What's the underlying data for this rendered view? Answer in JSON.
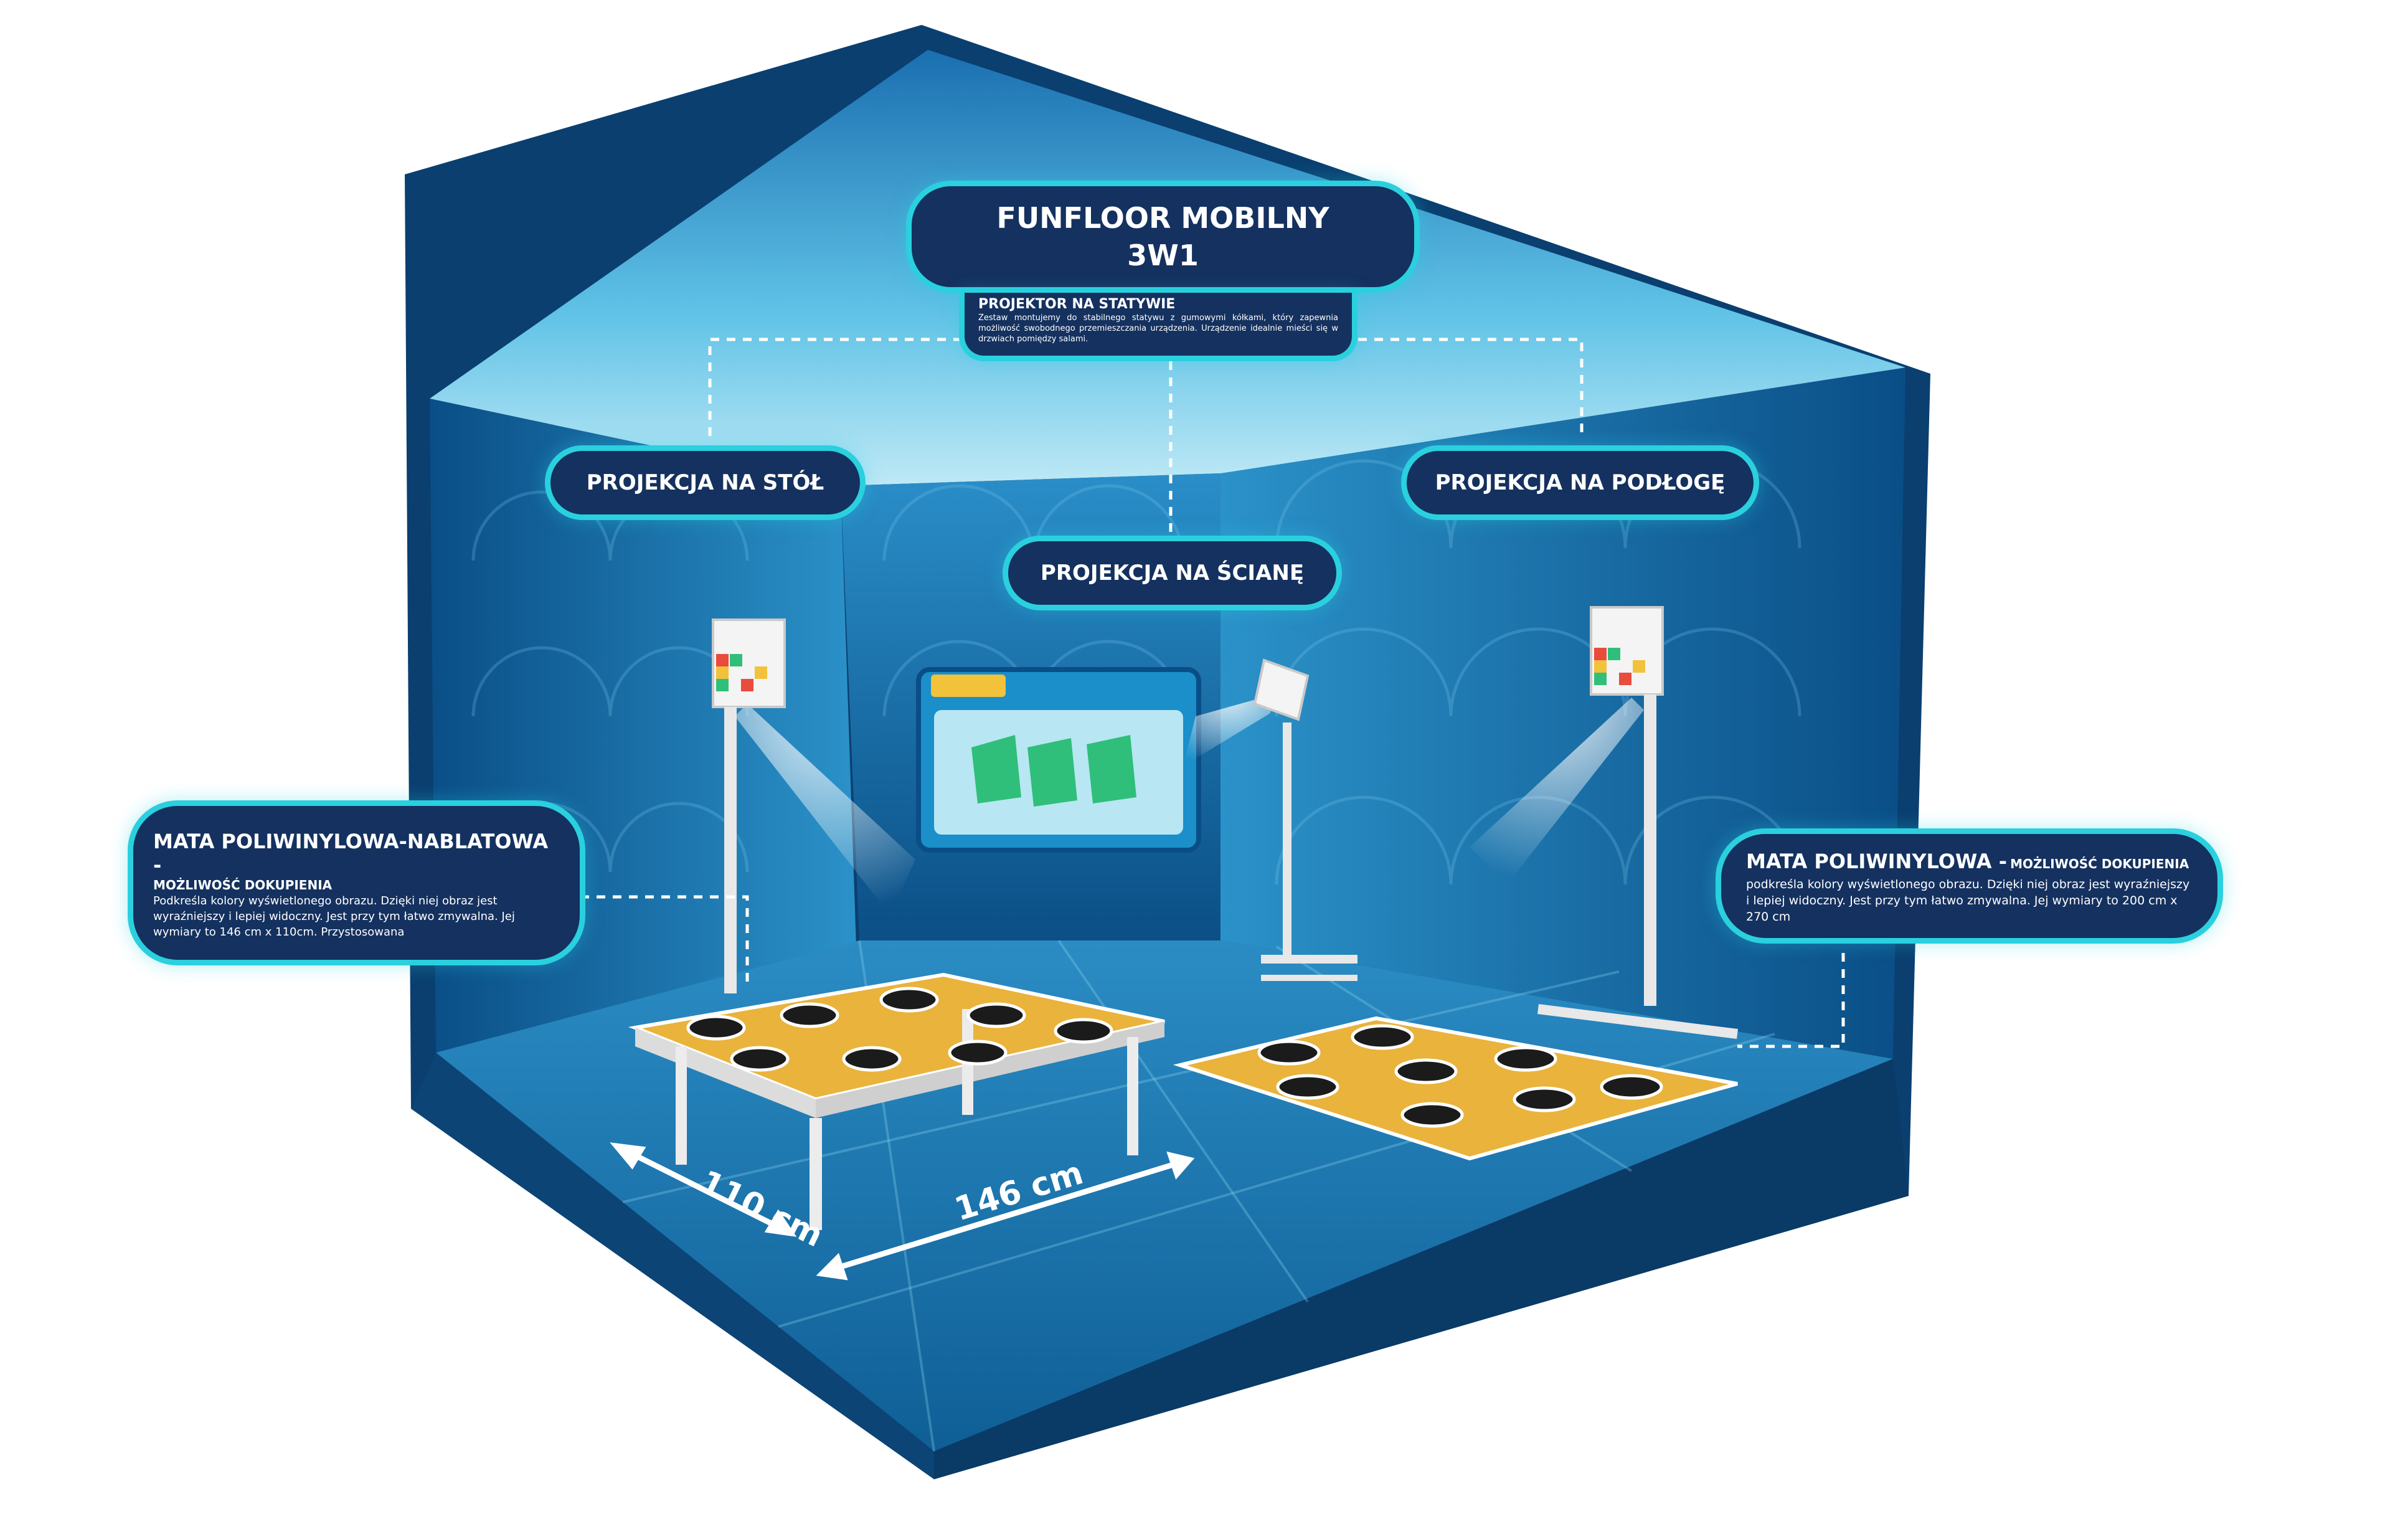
{
  "title": {
    "line1": "FUNFLOOR MOBILNY",
    "line2": "3W1"
  },
  "projector": {
    "heading": "PROJEKTOR NA STATYWIE",
    "text": "Zestaw montujemy do stabilnego statywu z gumowymi kółkami, który zapewnia możliwość swobodnego przemieszczania urządzenia. Urządzenie idealnie mieści się w drzwiach pomiędzy salami."
  },
  "labels": {
    "table": "PROJEKCJA NA STÓŁ",
    "wall": "PROJEKCJA NA ŚCIANĘ",
    "floor": "PROJEKCJA NA PODŁOGĘ"
  },
  "mat_table": {
    "heading": "MATA POLIWINYLOWA-NABLATOWA -",
    "subheading": "MOŻLIWOŚĆ DOKUPIENIA",
    "text": "Podkreśla kolory wyświetlonego obrazu. Dzięki niej obraz jest wyraźniejszy i lepiej widoczny. Jest przy tym łatwo zmywalna. Jej wymiary to 146 cm x 110cm. Przystosowana"
  },
  "mat_floor": {
    "heading": "MATA POLIWINYLOWA -",
    "subheading": "MOŻLIWOŚĆ DOKUPIENIA",
    "text": "podkreśla kolory wyświetlonego obrazu. Dzięki niej obraz jest wyraźniejszy i lepiej widoczny. Jest przy tym łatwo zmywalna. Jej wymiary to 200 cm x 270 cm"
  },
  "dimensions": {
    "depth": "110 cm",
    "width": "146 cm"
  },
  "colors": {
    "panel": "#14315f",
    "outline": "#2ad0de",
    "room": "#0e5a92",
    "mat": "#e9b33c"
  }
}
